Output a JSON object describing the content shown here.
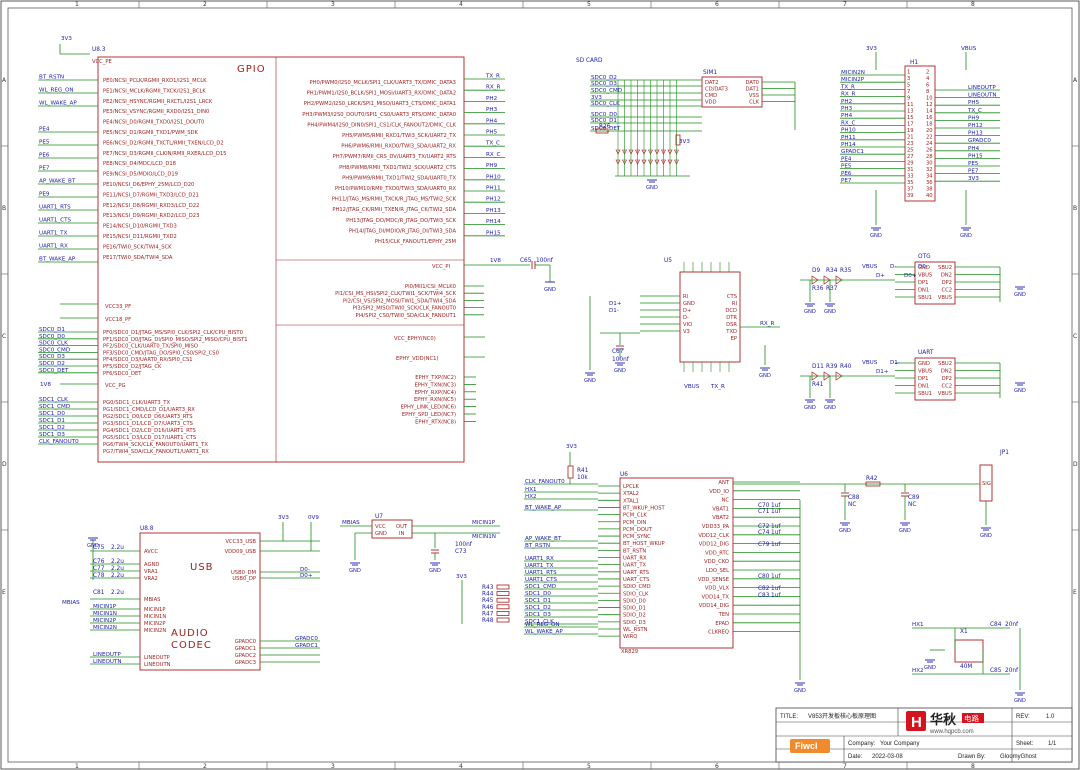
{
  "border": {
    "columns": [
      "1",
      "2",
      "3",
      "4",
      "5",
      "6",
      "7",
      "8"
    ],
    "rows": [
      "A",
      "B",
      "C",
      "D",
      "E"
    ]
  },
  "gpio_block": {
    "title": "GPIO",
    "ref": "U8.3",
    "power_pin": "VCC_PE",
    "power_net": "3V3",
    "left_nets": [
      "BT_RSTN",
      "WL_REG_ON",
      "WL_WAKE_AP",
      "PE4",
      "PE5",
      "PE6",
      "PE7",
      "AP_WAKE_BT",
      "PE9",
      "UART1_RTS",
      "UART1_CTS",
      "UART1_TX",
      "UART1_RX",
      "BT_WAKE_AP"
    ],
    "left_pins": [
      "PE0/NCSI_PCLK/RGMII_RXD1/I2S1_MCLK",
      "PE1/NCSI_MCLK/RGMII_TXCK/I2S1_BCLK",
      "PE2/NCSI_HSYNC/RGMII_RXCTL/I2S1_LRCK",
      "PE3/NCSI_VSYNC/RGMII_RXD0/I2S1_DIN0",
      "PE4/NCSI_D0/RGMII_TXD0/I2S1_DOUT0",
      "PE5/NCSI_D1/RGMII_TXD1/PWM_SDK",
      "PE6/NCSI_D2/RGMII_TXCTL/RMII_TXEN/LCD_D2",
      "PE7/NCSI_D3/RGMII_CLKIN/RMII_RXER/LCD_D15",
      "PE8/NCSI_D4/MDC/LCD_D18",
      "PE9/NCSI_D5/MDIO/LCD_D19",
      "PE10/NCSI_D6/EPHY_25M/LCD_D20",
      "PE11/NCSI_D7/RGMII_TXD3/LCD_D21",
      "PE12/NCSI_D8/RGMII_RXD3/LCD_D22",
      "PE13/NCSI_D9/RGMII_RXD2/LCD_D23",
      "PE14/NCSI_D10/RGMII_TXD3",
      "PE15/NCSI_D11/RGMII_TXD2",
      "PE16/TWI0_SCK/TWI4_SCK",
      "PE17/TWI0_SDA/TWI4_SDA"
    ],
    "right_nets": [
      "TX_R",
      "RX_R",
      "PH2",
      "PH3",
      "PH4",
      "PH5",
      "TX_C",
      "RX_C",
      "PH9",
      "PH10",
      "PH11",
      "PH12",
      "PH13",
      "PH14",
      "PH15"
    ],
    "right_pins": [
      "PH0/PWM0/I2S0_MCLK/SPI1_CLK/UART3_TX/DMIC_DATA3",
      "PH1/PWM1/I2S0_BCLK/SPI1_MOSI/UART3_RX/DMIC_DATA2",
      "PH2/PWM2/I2S0_LRCK/SPI1_MISO/UART3_CTS/DMIC_DATA1",
      "PH3/PWM3/I2S0_DOUT0/SPI1_CS0/UART3_RTS/DMIC_DATA0",
      "PH4/PWM4/I2S0_DIN0/SPI1_CS1/CLK_FANOUT2/DMIC_CLK",
      "PH5/PWM5/RMII_RXD1/TWI3_SCK/UART2_TX",
      "PH6/PWM6/RMII_RXD0/TWI3_SDA/UART2_RX",
      "PH7/PWM7/RMII_CRS_DV/UART3_TX/UART2_RTS",
      "PH8/PWM8/RMII_TXD1/TWI2_SCK/UART2_CTS",
      "PH9/PWM9/RMII_TXD1/TWI2_SDA/UART0_TX",
      "PH10/PWM10/RMII_TXD0/TWI3_SDA/UART0_RX",
      "PH11/JTAG_MS/RMII_TXCK/R_JTAG_MS/TWI2_SCK",
      "PH12/JTAG_CK/RMII_TXEN/R_JTAG_CK/TWI2_SDA",
      "PH13/JTAG_DO/MDC/R_JTAG_DO/TWI3_SCK",
      "PH14/JTAG_DI/MDIO/R_JTAG_DI/TWI3_SDA",
      "PH15/CLK_FANOUT1/EPHY_25M"
    ]
  },
  "vcc_pi": {
    "pin": "VCC_PI",
    "net": "1V8",
    "cap": "C65",
    "cap_val": "100nf",
    "ground": "GND"
  },
  "pi_pins": [
    "PI0/MII1/CSI_MCLK0",
    "PI1/CSI_MS_HSI/SPI2_CLK/TWI1_SCK/TWI4_SCK",
    "PI2/CSI_VS/SPI2_MOSI/TWI1_SDA/TWI4_SDA",
    "PI3/SPI2_MISO/TWI0_SCK/CLK_FANOUT0",
    "PI4/SPI2_CS0/TWI0_SDA/CLK_FANOUT1"
  ],
  "ephy": {
    "vcc_pin": "VCC_EPHY(NC0)",
    "vdd_pin": "EPHY_VDD(NC1)",
    "pins": [
      "EPHY_TXP(NC2)",
      "EPHY_TXN(NC3)",
      "EPHY_RXP(NC4)",
      "EPHY_RXN(NC5)",
      "EPHY_LINK_LED(NC6)",
      "EPHY_SPD_LED(NC7)",
      "EPHY_RTX(NC8)"
    ]
  },
  "pf_block": {
    "vcc33": "VCC33_PF",
    "vcc18": "VCC18_PF",
    "nets": [
      "SDC0_D1",
      "SDC0_D0",
      "SDC0_CLK",
      "SDC0_CMD",
      "SDC0_D3",
      "SDC0_D2",
      "SDC0_DET"
    ],
    "pins": [
      "PF0/SDC0_D1/JTAG_MS/SPI0_CLK/SPI2_CLK/CPU_BIST0",
      "PF1/SDC0_D0/JTAG_DI/SPI0_MISO/SPI2_MISO/CPU_BIST1",
      "PF2/SDC0_CLK/UART0_TX/SPI0_MISO",
      "PF3/SDC0_CMD/JTAG_DO/SPI0_CS0/SPI2_CS0",
      "PF4/SDC0_D3/UART0_RX/SPI0_CS1",
      "PF5/SDC0_D2/JTAG_CK",
      "PF6/SDC0_DET"
    ]
  },
  "pg_block": {
    "vcc": "VCC_PG",
    "net": "1V8",
    "nets": [
      "SDC1_CLK",
      "SDC1_CMD",
      "SDC1_D0",
      "SDC1_D1",
      "SDC1_D2",
      "SDC1_D3",
      "CLK_FANOUT0"
    ],
    "pins": [
      "PG0/SDC1_CLK/UART3_TX",
      "PG1/SDC1_CMD/LCD_D1/UART3_RX",
      "PG2/SDC1_D0/LCD_D6/UART3_RTS",
      "PG3/SDC1_D1/LCD_D7/UART3_CTS",
      "PG4/SDC1_D2/LCD_D16/UART1_RTS",
      "PG5/SDC1_D3/LCD_D17/UART1_CTS",
      "PG6/TWI4_SCK/CLK_FANOUT0/UART1_TX",
      "PG7/TWI4_SDA/CLK_FANOUT1/UART1_RX"
    ]
  },
  "sd_card": {
    "title": "SD CARD",
    "ref": "SIM1",
    "left_nets": [
      "SDC0_D2",
      "SDC0_D3",
      "SDC0_CMD",
      "3V3",
      "SDC0_CLK",
      "SDC0_D0",
      "SDC0_D1",
      "SDC0_DET"
    ],
    "pins_left": [
      "DAT2",
      "CD/DAT3",
      "CMD",
      "VDD"
    ],
    "pins_right": [
      "DAT0",
      "DAT1",
      "VSS",
      "CLK"
    ],
    "res": "R26",
    "net_3v3": "3V3"
  },
  "header": {
    "ref": "H1",
    "left_power": "3V3",
    "right_power": "VBUS",
    "left_nets": [
      "MICIN2N",
      "MICIN2P",
      "TX_R",
      "RX_R",
      "PH2",
      "PH3",
      "PH4",
      "RX_C",
      "PH10",
      "PH11",
      "PH14",
      "GPADC1",
      "PE4",
      "PE5",
      "PE6",
      "PE7"
    ],
    "right_nets": [
      "LINEOUTP",
      "LINEOUTN",
      "PH5",
      "TX_C",
      "PH9",
      "PH12",
      "PH13",
      "GPADC0",
      "PH4",
      "PH15",
      "PE5",
      "PE7",
      "3V3"
    ],
    "ground": "GND"
  },
  "u5": {
    "ref": "U5",
    "left_pins": [
      "RI",
      "GND",
      "D+",
      "D-",
      "VIO",
      "V3"
    ],
    "right_pins": [
      "CTS",
      "RI",
      "DCD",
      "DTR",
      "DSR",
      "TXD",
      "EP"
    ],
    "nets": [
      "D1+",
      "D1-",
      "RX_R",
      "TX_R",
      "VBUS"
    ],
    "cap": "C67",
    "cap_val": "100nf"
  },
  "otg": {
    "label": "OTG",
    "pins": [
      "GND",
      "VBUS",
      "DP1",
      "DN1",
      "SBU1",
      "SBU2",
      "DN2",
      "DP2",
      "CC2",
      "VBUS"
    ],
    "nets": [
      "VBUS",
      "D+",
      "D-",
      "D0+",
      "D0-"
    ],
    "parts": [
      "D9",
      "R34",
      "R35",
      "R36",
      "R37"
    ]
  },
  "uart_conn": {
    "label": "UART",
    "pins": [
      "GND",
      "VBUS",
      "DP1",
      "DN1",
      "SBU1",
      "SBU2",
      "DN2",
      "DP2",
      "CC2",
      "VBUS"
    ],
    "nets": [
      "VBUS",
      "D1+",
      "D1-"
    ],
    "parts": [
      "D11",
      "R39",
      "R40",
      "R41"
    ]
  },
  "usb_audio": {
    "ref": "U8.8",
    "title_usb": "USB",
    "title_audio": "AUDIO\nCODEC",
    "left_pins": [
      "AVCC",
      "AGND",
      "VRA1",
      "VRA2",
      "MBIAS",
      "MICIN1P",
      "MICIN1N",
      "MICIN2P",
      "MICIN2N",
      "LINEOUTP",
      "LINEOUTN"
    ],
    "right_pins": [
      "VCC33_USB",
      "VDD09_USB",
      "USB0_DM",
      "USB0_DP",
      "GPADC0",
      "GPADC1",
      "GPADC2",
      "GPADC3"
    ],
    "nets": [
      "3V3",
      "0V9",
      "D0-",
      "D0+",
      "GPADC0",
      "GPADC1",
      "MBIAS",
      "MICIN1P",
      "MICIN1N",
      "MICIN2P",
      "MICIN2N",
      "LINEOUTP",
      "LINEOUTN"
    ],
    "caps": [
      "C75",
      "C76",
      "C77",
      "C78",
      "C81"
    ],
    "cap_val": "2.2u"
  },
  "u7": {
    "ref": "U7",
    "pins": [
      "VCC",
      "OUT",
      "GND",
      "IN"
    ],
    "cap": "C73",
    "cap_val": "100nf",
    "nets": [
      "MBIAS",
      "MICIN1P",
      "MICIN1N"
    ]
  },
  "xr829": {
    "ref": "U6",
    "part": "XR829",
    "left_pins": [
      "LPCLK",
      "XTAL2",
      "XTAL1",
      "BT_WKUP_HOST",
      "PCM_CLK",
      "PCM_DIN",
      "PCM_DOUT",
      "PCM_SYNC",
      "BT_HOST_WKUP",
      "BT_RSTN",
      "UART_RX",
      "UART_TX",
      "UART_RTS",
      "UART_CTS",
      "SDIO_CMD",
      "SDIO_CLK",
      "SDIO_D0",
      "SDIO_D1",
      "SDIO_D2",
      "SDIO_D3",
      "WL_RSTN",
      "WIRQ"
    ],
    "right_pins": [
      "ANT",
      "VDD_IO",
      "NC",
      "VBAT1",
      "VBAT2",
      "VDD33_PA",
      "VDD12_CLK",
      "VDD12_DIG",
      "VDD_RTC",
      "VDD_CKO",
      "LDO_SEL",
      "VDD_SENSE",
      "VDD_VLX",
      "VDD14_TX",
      "VDD14_DIG",
      "TEN",
      "EPAD",
      "CLKREQ"
    ],
    "left_nets": [
      "CLK_FANOUT0",
      "HX1",
      "HX2",
      "BT_WAKE_AP",
      "AP_WAKE_BT",
      "BT_RSTN",
      "UART1_RX",
      "UART1_TX",
      "UART1_RTS",
      "UART1_CTS",
      "SDC1_CMD",
      "SDC1_D0",
      "SDC1_D1",
      "SDC1_D2",
      "SDC1_D3",
      "SDC1_CLK",
      "WL_REG_ON",
      "WL_WAKE_AP"
    ],
    "r41": "R41",
    "r41_val": "10k",
    "net_3v3": "3V3",
    "res_bank": [
      "R43",
      "R44",
      "R45",
      "R46",
      "R47",
      "R48"
    ],
    "caps": [
      "C70",
      "C71",
      "C72",
      "C74",
      "C79",
      "C80",
      "C82",
      "C83"
    ],
    "cap_val": "1uf"
  },
  "antenna": {
    "ref": "JP1",
    "res": "R42",
    "caps": [
      "C88",
      "C89"
    ],
    "cap_val": "NC",
    "pin": "SIG"
  },
  "crystal": {
    "ref": "X1",
    "freq": "40M",
    "caps": [
      "C84",
      "C85"
    ],
    "cap_val": "20nf",
    "nets": [
      "HX1",
      "HX2"
    ]
  },
  "title_block": {
    "title_label": "TITLE:",
    "title": "V853开发板核心板原理图",
    "rev_label": "REV:",
    "rev": "1.0",
    "company_label": "Company:",
    "company": "Your Company",
    "sheet_label": "Sheet:",
    "sheet": "1/1",
    "date_label": "Date:",
    "date": "2022-03-08",
    "drawn_label": "Drawn By:",
    "drawn": "GloomyGhost",
    "logo_cn": "华秋",
    "logo_tag": "电路",
    "logo_url": "www.hqpcb.com",
    "logo_small": "Fiwcl"
  },
  "colors": {
    "wire": "#1d8c1d",
    "part": "#a81f1f",
    "net": "#1b1ba8",
    "border": "#5a5a5a"
  }
}
